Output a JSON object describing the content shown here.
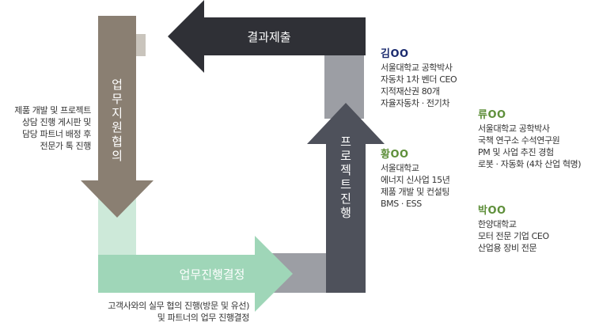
{
  "colors": {
    "result_arrow": "#2f3036",
    "project_arrow": "#4e515b",
    "support_arrow": "#8a7f72",
    "decision_arrow": "#9fd6b8",
    "name_kim": "#1a2a6e",
    "name_hwang": "#5e8f3a",
    "name_ryu": "#5e8f3a",
    "name_park": "#5e8f3a"
  },
  "arrows": {
    "result": "결과제출",
    "project": "프로젝트진행",
    "support": "업무지원협의",
    "decision": "업무진행결정"
  },
  "notes": {
    "left": [
      "제품 개발 및 프로젝트",
      "상담 진행 게시판 및",
      "담당 파트너 배정 후",
      "전문가 톡 진행"
    ],
    "bottom": [
      "고객사와의 실무 협의 진행(방문 및 유선)",
      "및 파트너의 업무 진행결정"
    ]
  },
  "people": [
    {
      "name": "김OO",
      "lines": [
        "서울대학교 공학박사",
        "자동차 1차 벤더 CEO",
        "지적재산권 80개",
        "자율자동차 · 전기차"
      ]
    },
    {
      "name": "황OO",
      "lines": [
        "서울대학교",
        "에너지 신사업 15년",
        "제품 개발 및 컨설팅",
        "BMS · ESS"
      ]
    },
    {
      "name": "류OO",
      "lines": [
        "서울대학교 공학박사",
        "국책 연구소 수석연구원",
        "PM 및 사업 추진 경험",
        "로봇 · 자동화 (4차 산업 혁명)"
      ]
    },
    {
      "name": "박OO",
      "lines": [
        "한양대학교",
        "모터 전문 기업 CEO",
        "산업용 장비 전문"
      ]
    }
  ]
}
